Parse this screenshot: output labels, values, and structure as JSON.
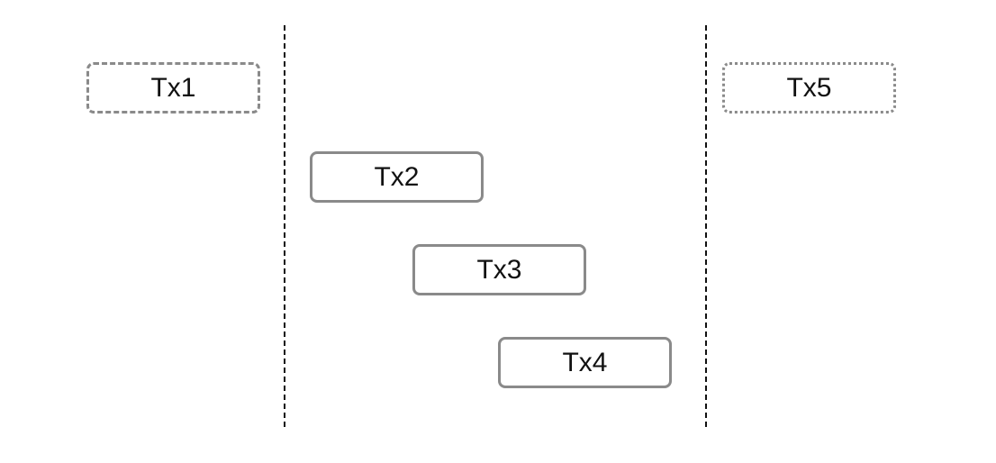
{
  "diagram": {
    "transactions": [
      {
        "label": "Tx1",
        "style": "dashed"
      },
      {
        "label": "Tx2",
        "style": "solid"
      },
      {
        "label": "Tx3",
        "style": "solid"
      },
      {
        "label": "Tx4",
        "style": "solid"
      },
      {
        "label": "Tx5",
        "style": "dotted"
      }
    ],
    "colors": {
      "box_border": "#8a8a8a",
      "text": "#111111",
      "boundary_line": "#111111",
      "background": "#ffffff"
    }
  }
}
